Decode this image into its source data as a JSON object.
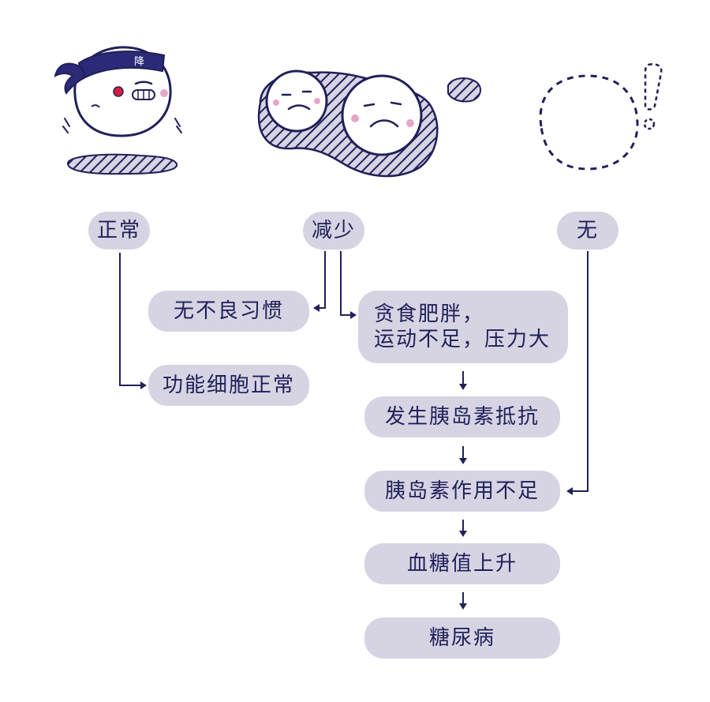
{
  "colors": {
    "ink": "#20205a",
    "node_fill": "#d6d4e3",
    "hatch_fill": "#c9c8dc",
    "blush": "#e6a6c8",
    "eye_red": "#d81e3a"
  },
  "headband_text": "降",
  "nodes": {
    "normal": "正常",
    "reduced": "减少",
    "none": "无",
    "bad_habits": "无不良习惯",
    "lifestyle": "贪食肥胖，\n运动不足，压力大",
    "functional_cells": "功能细胞正常",
    "insulin_resistance": "发生胰岛素抵抗",
    "insulin_insufficient": "胰岛素作用不足",
    "blood_sugar": "血糖值上升",
    "diabetes": "糖尿病"
  }
}
